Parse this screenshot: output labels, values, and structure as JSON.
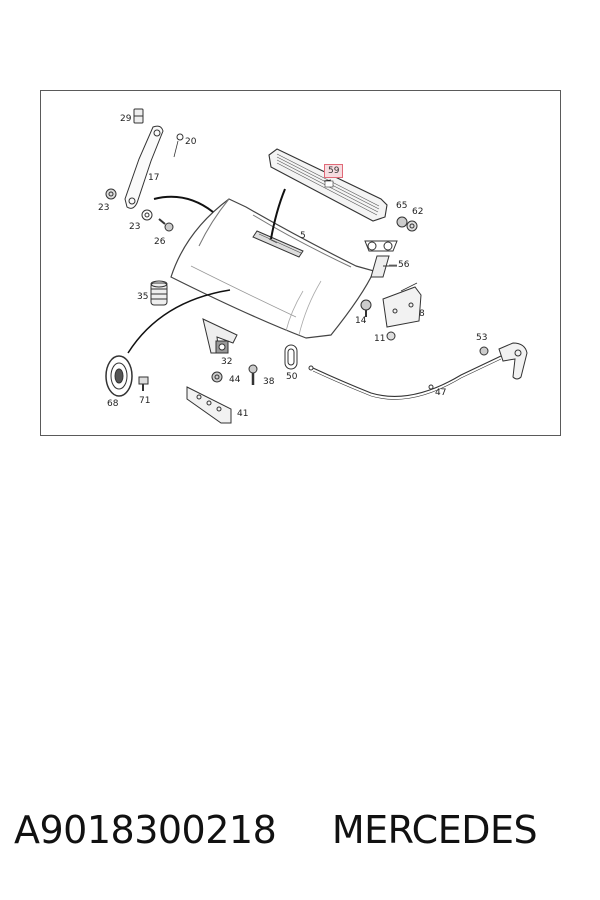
{
  "diagram": {
    "callouts": [
      {
        "id": "c29",
        "label": "29"
      },
      {
        "id": "c20",
        "label": "20"
      },
      {
        "id": "c17",
        "label": "17"
      },
      {
        "id": "c23a",
        "label": "23"
      },
      {
        "id": "c23b",
        "label": "23"
      },
      {
        "id": "c26",
        "label": "26"
      },
      {
        "id": "c5",
        "label": "5"
      },
      {
        "id": "c59",
        "label": "59",
        "highlighted": true
      },
      {
        "id": "c65",
        "label": "65"
      },
      {
        "id": "c62",
        "label": "62"
      },
      {
        "id": "c56",
        "label": "56"
      },
      {
        "id": "c35",
        "label": "35"
      },
      {
        "id": "c14",
        "label": "14"
      },
      {
        "id": "c8",
        "label": "8"
      },
      {
        "id": "c11",
        "label": "11"
      },
      {
        "id": "c53",
        "label": "53"
      },
      {
        "id": "c32",
        "label": "32"
      },
      {
        "id": "c50",
        "label": "50"
      },
      {
        "id": "c44",
        "label": "44"
      },
      {
        "id": "c38",
        "label": "38"
      },
      {
        "id": "c68",
        "label": "68"
      },
      {
        "id": "c71",
        "label": "71"
      },
      {
        "id": "c41",
        "label": "41"
      },
      {
        "id": "c47",
        "label": "47"
      }
    ],
    "highlight_color": "#e06a78"
  },
  "footer": {
    "part_number": "A9018300218",
    "brand": "MERCEDES"
  }
}
